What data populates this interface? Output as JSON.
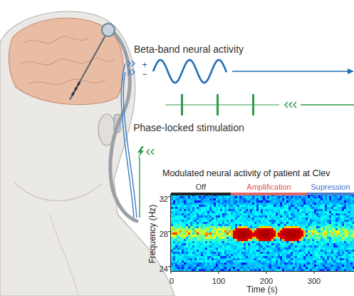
{
  "diagram": {
    "nodes": [
      {
        "text": [
          "Off"
        ]
      },
      {
        "text": [
          "Amplification"
        ]
      },
      {
        "text": [
          "Supression"
        ]
      }
    ],
    "labels": [
      "Beta-band neural activity",
      "+",
      "−",
      "Phase-locked stimulation",
      "Modulated neural activity of patient at Clev",
      "Frequency (Hz)",
      "32",
      "28",
      "24",
      "0",
      "100",
      "200",
      "300",
      "Time (s)"
    ]
  }
}
